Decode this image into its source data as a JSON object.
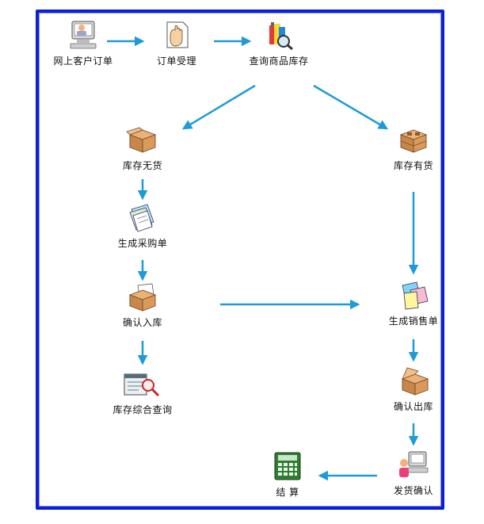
{
  "colors": {
    "frame": "#0a1fd6",
    "arrow": "#1e9bd7",
    "text": "#111111"
  },
  "nodes": {
    "online_order": {
      "label": "网上客户订单",
      "icon": "computer-user-icon"
    },
    "order_accept": {
      "label": "订单受理",
      "icon": "hand-document-icon"
    },
    "query_stock": {
      "label": "查询商品库存",
      "icon": "magnifier-bottles-icon"
    },
    "out_of_stock": {
      "label": "库存无货",
      "icon": "empty-box-icon"
    },
    "in_stock": {
      "label": "库存有货",
      "icon": "full-box-icon"
    },
    "purchase_order": {
      "label": "生成采购单",
      "icon": "stacked-papers-icon"
    },
    "confirm_inbound": {
      "label": "确认入库",
      "icon": "box-with-paper-icon"
    },
    "stock_query": {
      "label": "库存综合查询",
      "icon": "form-magnifier-icon"
    },
    "sales_order": {
      "label": "生成销售单",
      "icon": "colored-papers-icon"
    },
    "confirm_outbound": {
      "label": "确认出库",
      "icon": "open-box-icon"
    },
    "ship_confirm": {
      "label": "发货确认",
      "icon": "terminal-user-icon"
    },
    "settlement": {
      "label": "结  算",
      "icon": "calculator-icon"
    }
  }
}
